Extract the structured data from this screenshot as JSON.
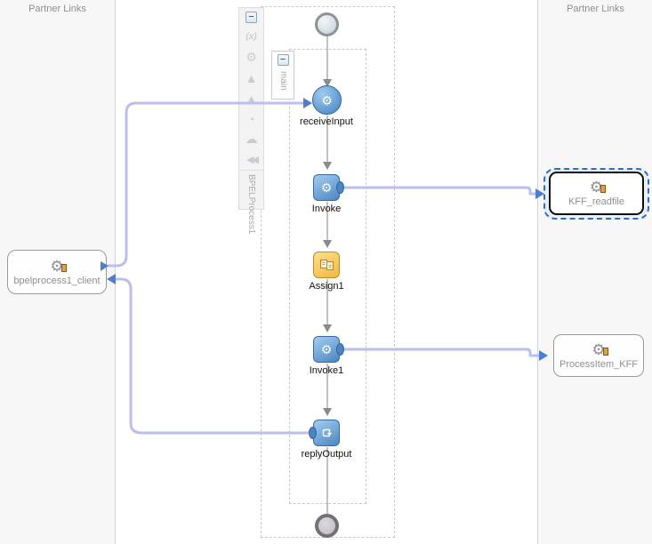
{
  "panels": {
    "left": {
      "title": "Partner Links"
    },
    "right": {
      "title": "Partner Links"
    }
  },
  "process_tray": {
    "name": "BPELProcess1",
    "collapse_glyph": "−",
    "icons": [
      {
        "name": "variables-icon",
        "glyph": "(x)"
      },
      {
        "name": "process-gear-icon",
        "glyph": "⚙"
      },
      {
        "name": "fault-handler-icon",
        "glyph": "▲"
      },
      {
        "name": "event-handler-icon",
        "glyph": "▲"
      },
      {
        "name": "timer-icon",
        "glyph": "◔"
      },
      {
        "name": "handlers-icon",
        "glyph": "☁"
      },
      {
        "name": "rewind-icon",
        "glyph": "◀◀"
      }
    ]
  },
  "scope": {
    "name": "main",
    "collapse_glyph": "−"
  },
  "flow_nodes": {
    "receive": {
      "label": "receiveInput"
    },
    "invoke": {
      "label": "Invoke"
    },
    "assign": {
      "label": "Assign1"
    },
    "invoke1": {
      "label": "Invoke1"
    },
    "reply": {
      "label": "replyOutput"
    }
  },
  "partner_links": {
    "client": {
      "label": "bpelprocess1_client"
    },
    "kff_readfile": {
      "label": "KFF_readfile",
      "selected": true
    },
    "processitem_kff": {
      "label": "ProcessItem_KFF"
    }
  },
  "glyphs": {
    "gear": "⚙"
  },
  "colors": {
    "connector_lavender": "#b9bfee",
    "arrowhead_blue": "#4a7fd4",
    "selection_blue": "#2e6bd6",
    "node_blue": "#4886c6",
    "assign_yellow": "#f0b93f",
    "flow_line_gray": "#999999"
  }
}
